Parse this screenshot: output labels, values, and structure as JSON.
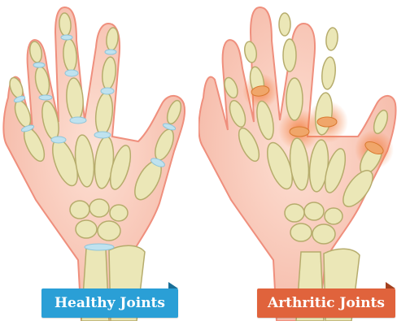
{
  "labels": {
    "healthy": "Healthy Joints",
    "arthritic": "Arthritic Joints"
  },
  "colors": {
    "skin": "#f7c6b6",
    "skin_outline": "#ef8f7d",
    "bone": "#ebe7b7",
    "bone_outline": "#b6ac6c",
    "cartilage": "#bfe2ef",
    "inflamed": "#f27a3a",
    "healthy_ribbon": "#2a9fd6",
    "arthritic_ribbon": "#e0633c"
  },
  "icons": [
    "hand-skeleton-healthy",
    "hand-skeleton-arthritic"
  ]
}
